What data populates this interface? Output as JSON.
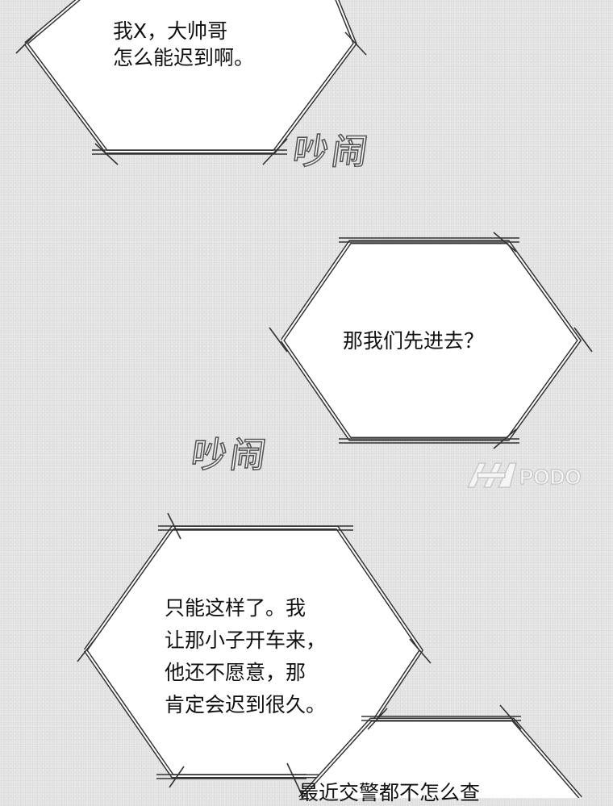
{
  "bubbles": [
    {
      "lines": [
        "我X，大帅哥",
        "怎么能迟到啊。"
      ]
    },
    {
      "lines": [
        "那我们先进去？"
      ]
    },
    {
      "lines": [
        "只能这样了。我",
        "让那小子开车来，",
        "他还不愿意，那",
        "肯定会迟到很久。"
      ]
    },
    {
      "lines": [
        "最近交警都不怎么查"
      ]
    }
  ],
  "sfx": [
    "吵闹",
    "吵闹"
  ],
  "watermark": {
    "text": "PODO"
  }
}
